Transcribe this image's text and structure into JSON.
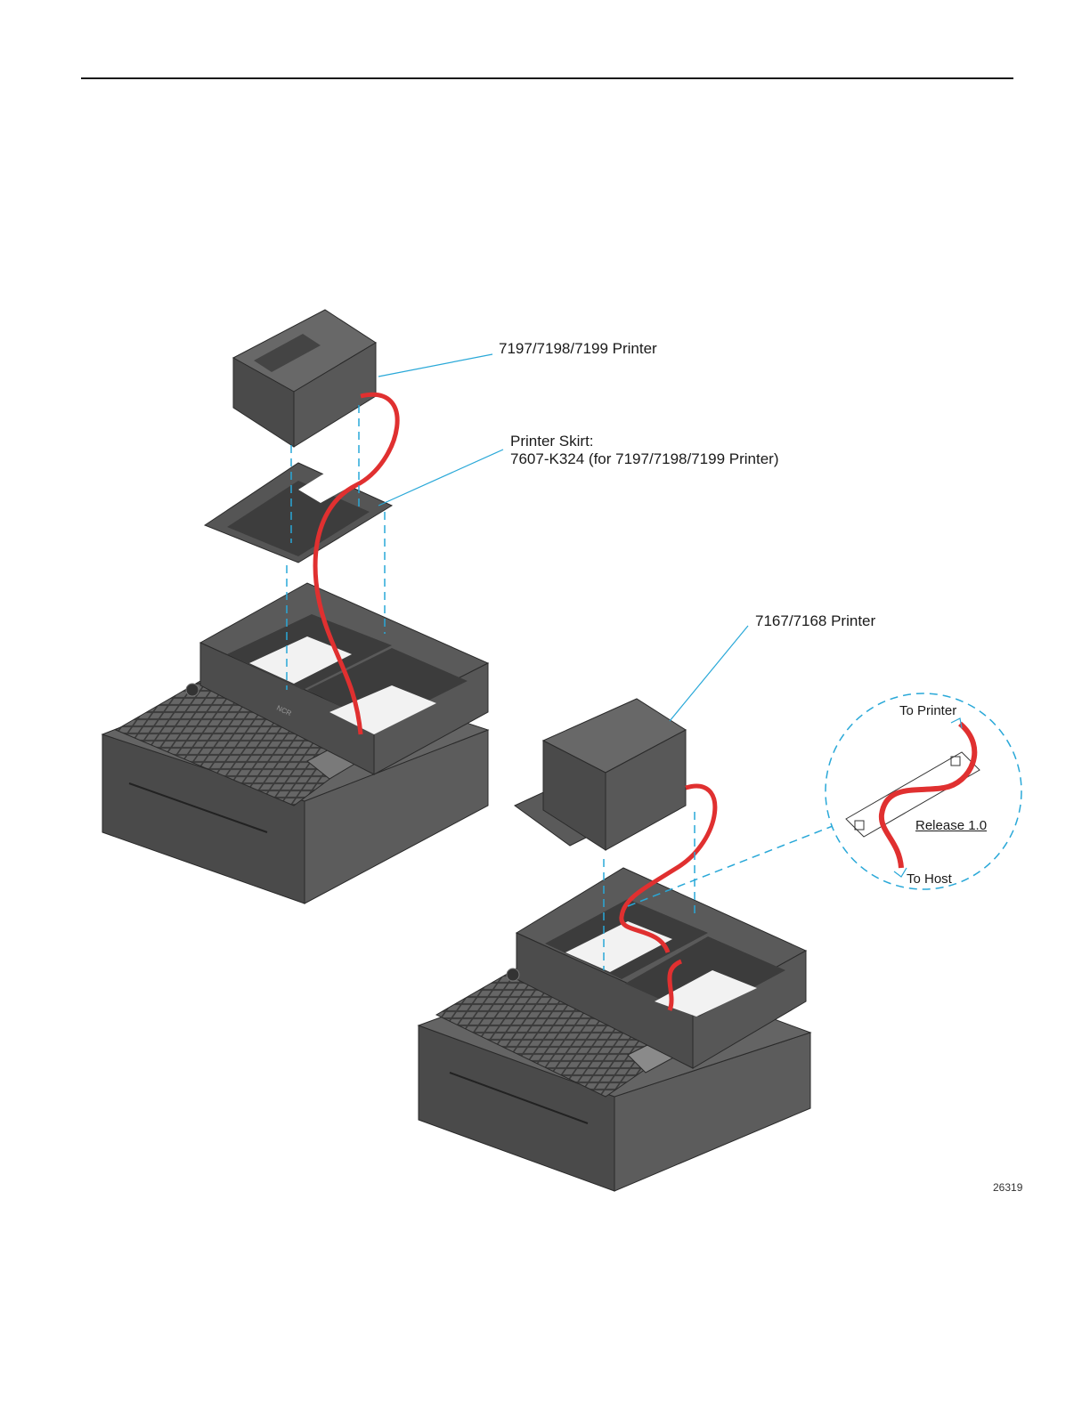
{
  "labels": {
    "printer_7197": "7197/7198/7199 Printer",
    "skirt_line1": "Printer Skirt:",
    "skirt_line2": "7607-K324 (for 7197/7198/7199 Printer)",
    "printer_7167": "7167/7168 Printer",
    "to_printer": "To Printer",
    "release": "Release 1.0",
    "to_host": "To Host",
    "figure_number": "26319"
  },
  "colors": {
    "body": "#555555",
    "body_dark": "#3e3e3e",
    "body_light": "#6d6d6d",
    "cable": "#e03030",
    "leader": "#29a8d8"
  },
  "icons": [
    "ncr-logo-icon",
    "keylock-icon"
  ]
}
